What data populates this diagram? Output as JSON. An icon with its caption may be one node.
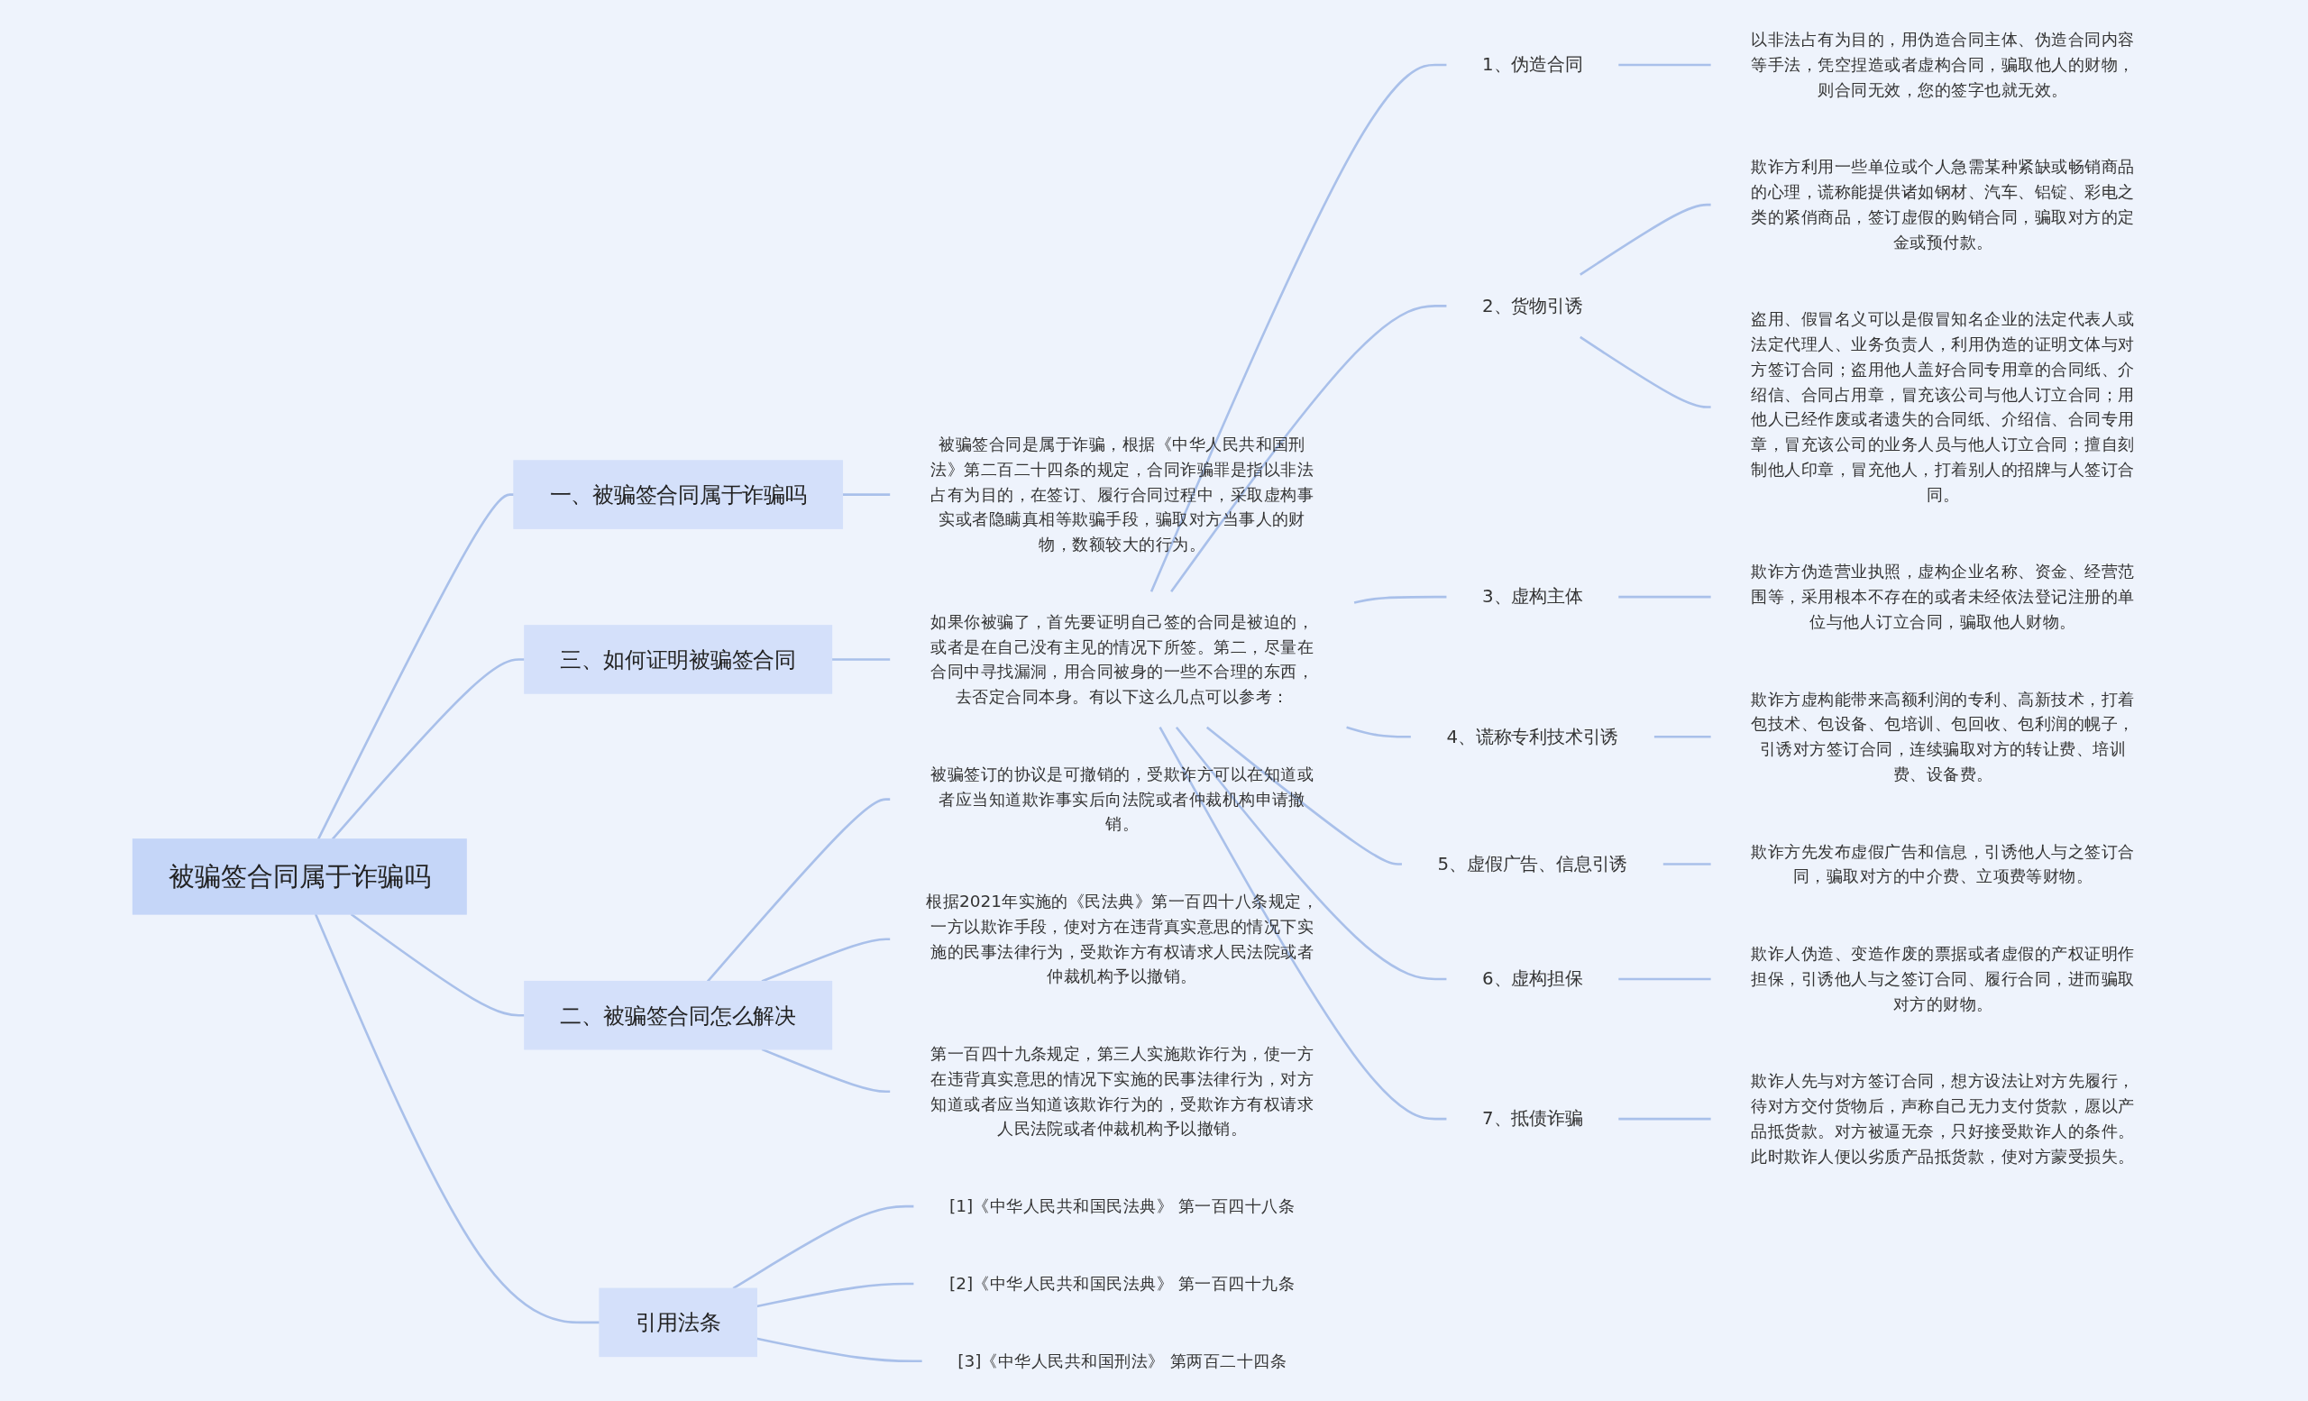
{
  "diagram": {
    "nodes": [
      {
        "text": [
          "被骗签合同属于诈骗吗"
        ]
      },
      {
        "text": [
          "一、被骗签合同属于诈骗吗"
        ]
      },
      {
        "text": [
          "被骗签合同是属于诈骗，根据《中华人民共和国刑法》第二百二十四条的规定，合同诈骗罪是指以非法占有为目的，在签订、履行合同过程中，采取虚构事实或者隐瞒真相等欺骗手段，骗取对方当事人的财物，数额较大的行为。"
        ]
      },
      {
        "text": [
          "三、如何证明被骗签合同"
        ]
      },
      {
        "text": [
          "如果你被骗了，首先要证明自己签的合同是被迫的，或者是在自己没有主见的情况下所签。第二，尽量在合同中寻找漏洞，用合同被身的一些不合理的东西，去否定合同本身。有以下这么几点可以参考："
        ]
      },
      {
        "text": [
          "1、伪造合同"
        ]
      },
      {
        "text": [
          "以非法占有为目的，用伪造合同主体、伪造合同内容等手法，凭空捏造或者虚构合同，骗取他人的财物，则合同无效，您的签字也就无效。"
        ]
      },
      {
        "text": [
          "2、货物引诱"
        ]
      },
      {
        "text": [
          "欺诈方利用一些单位或个人急需某种紧缺或畅销商品的心理，谎称能提供诸如钢材、汽车、铝锭、彩电之类的紧俏商品，签订虚假的购销合同，骗取对方的定金或预付款。"
        ]
      },
      {
        "text": [
          "盗用、假冒名义可以是假冒知名企业的法定代表人或法定代理人、业务负责人，利用伪造的证明文体与对方签订合同；盗用他人盖好合同专用章的合同纸、介绍信、合同占用章，冒充该公司与他人订立合同；用他人已经作废或者遗失的合同纸、介绍信、合同专用章，冒充该公司的业务人员与他人订立合同；擅自刻制他人印章，冒充他人，打着别人的招牌与人签订合同。"
        ]
      },
      {
        "text": [
          "3、虚构主体"
        ]
      },
      {
        "text": [
          "欺诈方伪造营业执照，虚构企业名称、资金、经营范围等，采用根本不存在的或者未经依法登记注册的单位与他人订立合同，骗取他人财物。"
        ]
      },
      {
        "text": [
          "4、谎称专利技术引诱"
        ]
      },
      {
        "text": [
          "欺诈方虚构能带来高额利润的专利、高新技术，打着包技术、包设备、包培训、包回收、包利润的幌子，引诱对方签订合同，连续骗取对方的转让费、培训费、设备费。"
        ]
      },
      {
        "text": [
          "5、虚假广告、信息引诱"
        ]
      },
      {
        "text": [
          "欺诈方先发布虚假广告和信息，引诱他人与之签订合同，骗取对方的中介费、立项费等财物。"
        ]
      },
      {
        "text": [
          "6、虚构担保"
        ]
      },
      {
        "text": [
          "欺诈人伪造、变造作废的票据或者虚假的产权证明作担保，引诱他人与之签订合同、履行合同，进而骗取对方的财物。"
        ]
      },
      {
        "text": [
          "7、抵债诈骗"
        ]
      },
      {
        "text": [
          "欺诈人先与对方签订合同，想方设法让对方先履行，待对方交付货物后，声称自己无力支付货款，愿以产品抵货款。对方被逼无奈，只好接受欺诈人的条件。此时欺诈人便以劣质产品抵货款，使对方蒙受损失。"
        ]
      },
      {
        "text": [
          "二、被骗签合同怎么解决"
        ]
      },
      {
        "text": [
          "被骗签订的协议是可撤销的，受欺诈方可以在知道或者应当知道欺诈事实后向法院或者仲裁机构申请撤销。"
        ]
      },
      {
        "text": [
          "根据2021年实施的《民法典》第一百四十八条规定，一方以欺诈手段，使对方在违背真实意思的情况下实施的民事法律行为，受欺诈方有权请求人民法院或者仲裁机构予以撤销。"
        ]
      },
      {
        "text": [
          "第一百四十九条规定，第三人实施欺诈行为，使一方在违背真实意思的情况下实施的民事法律行为，对方知道或者应当知道该欺诈行为的，受欺诈方有权请求人民法院或者仲裁机构予以撤销。"
        ]
      },
      {
        "text": [
          "引用法条"
        ]
      },
      {
        "text": [
          "[1]《中华人民共和国民法典》 第一百四十八条"
        ]
      },
      {
        "text": [
          "[2]《中华人民共和国民法典》 第一百四十九条"
        ]
      },
      {
        "text": [
          "[3]《中华人民共和国刑法》 第两百二十四条"
        ]
      }
    ],
    "edges": [
      {
        "from": 0,
        "to": 1,
        "arrow": "none"
      },
      {
        "from": 1,
        "to": 2,
        "arrow": "none"
      },
      {
        "from": 0,
        "to": 3,
        "arrow": "none"
      },
      {
        "from": 3,
        "to": 4,
        "arrow": "none"
      },
      {
        "from": 4,
        "to": 5,
        "arrow": "none"
      },
      {
        "from": 5,
        "to": 6,
        "arrow": "none"
      },
      {
        "from": 4,
        "to": 7,
        "arrow": "none"
      },
      {
        "from": 7,
        "to": 8,
        "arrow": "none"
      },
      {
        "from": 7,
        "to": 9,
        "arrow": "none"
      },
      {
        "from": 4,
        "to": 10,
        "arrow": "none"
      },
      {
        "from": 10,
        "to": 11,
        "arrow": "none"
      },
      {
        "from": 4,
        "to": 12,
        "arrow": "none"
      },
      {
        "from": 12,
        "to": 13,
        "arrow": "none"
      },
      {
        "from": 4,
        "to": 14,
        "arrow": "none"
      },
      {
        "from": 14,
        "to": 15,
        "arrow": "none"
      },
      {
        "from": 4,
        "to": 16,
        "arrow": "none"
      },
      {
        "from": 16,
        "to": 17,
        "arrow": "none"
      },
      {
        "from": 4,
        "to": 18,
        "arrow": "none"
      },
      {
        "from": 18,
        "to": 19,
        "arrow": "none"
      },
      {
        "from": 0,
        "to": 20,
        "arrow": "none"
      },
      {
        "from": 20,
        "to": 21,
        "arrow": "none"
      },
      {
        "from": 20,
        "to": 22,
        "arrow": "none"
      },
      {
        "from": 20,
        "to": 23,
        "arrow": "none"
      },
      {
        "from": 0,
        "to": 24,
        "arrow": "none"
      },
      {
        "from": 24,
        "to": 25,
        "arrow": "none"
      },
      {
        "from": 24,
        "to": 26,
        "arrow": "none"
      },
      {
        "from": 24,
        "to": 27,
        "arrow": "none"
      }
    ]
  }
}
